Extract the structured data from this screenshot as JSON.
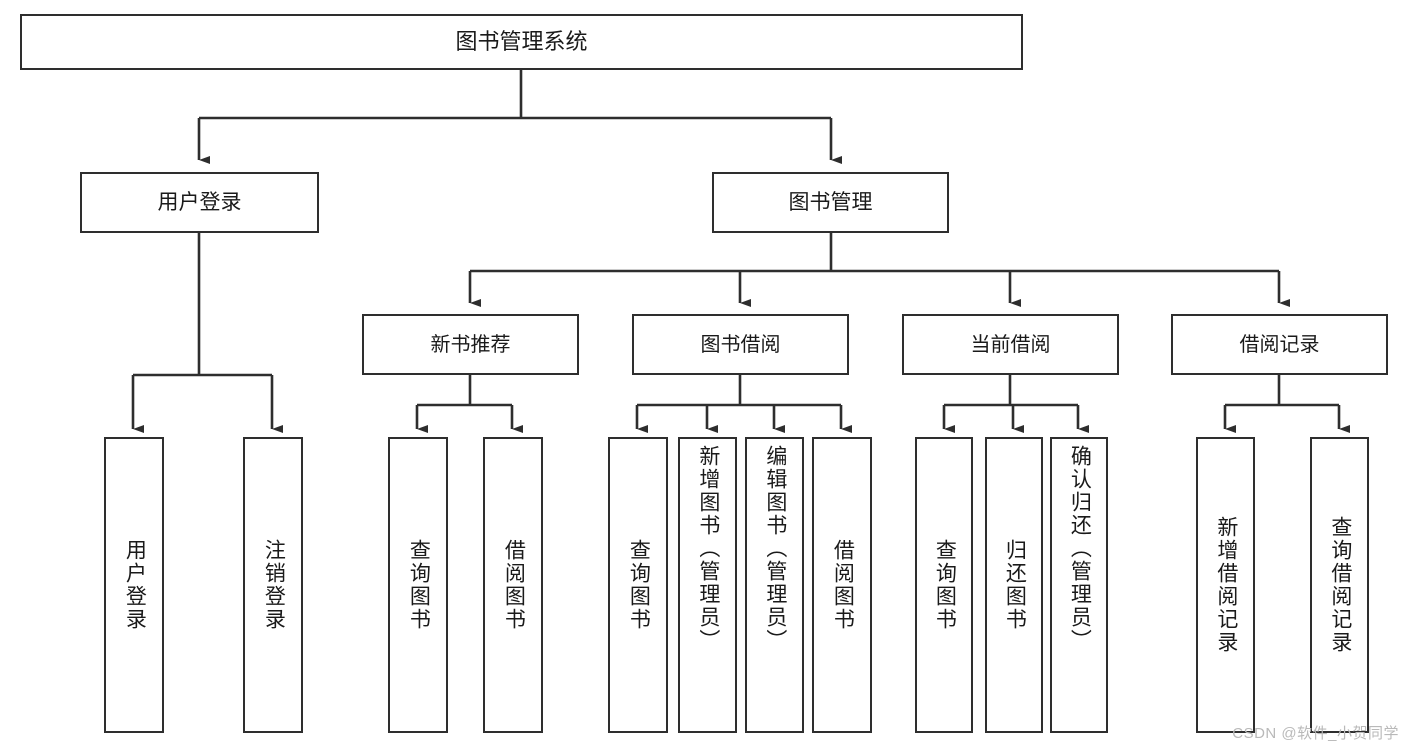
{
  "diagram": {
    "title": "图书管理系统",
    "type": "tree-hierarchy-flowchart",
    "watermark": "CSDN @软件_小贺同学",
    "colors": {
      "box_border": "#2e2e2e",
      "box_fill": "#ffffff",
      "connector": "#2e2e2e",
      "text": "#1a1a1a",
      "watermark": "#b9b9b9",
      "background": "#ffffff"
    },
    "root": {
      "id": "root",
      "label": "图书管理系统"
    },
    "level1": [
      {
        "id": "user-login",
        "label": "用户登录"
      },
      {
        "id": "book-manage",
        "label": "图书管理"
      }
    ],
    "level2": [
      {
        "id": "new-book-recommend",
        "label": "新书推荐",
        "parent": "book-manage"
      },
      {
        "id": "book-borrow",
        "label": "图书借阅",
        "parent": "book-manage"
      },
      {
        "id": "current-borrow",
        "label": "当前借阅",
        "parent": "book-manage"
      },
      {
        "id": "borrow-record",
        "label": "借阅记录",
        "parent": "book-manage"
      }
    ],
    "leaves": [
      {
        "id": "leaf-user-login",
        "label": "用户登录",
        "parent": "user-login"
      },
      {
        "id": "leaf-user-logout",
        "label": "注销登录",
        "parent": "user-login"
      },
      {
        "id": "leaf-rec-query-book",
        "label": "查询图书",
        "parent": "new-book-recommend"
      },
      {
        "id": "leaf-rec-borrow-book",
        "label": "借阅图书",
        "parent": "new-book-recommend"
      },
      {
        "id": "leaf-bb-query-book",
        "label": "查询图书",
        "parent": "book-borrow"
      },
      {
        "id": "leaf-bb-add-book",
        "label": "新增图书（管理员）",
        "parent": "book-borrow"
      },
      {
        "id": "leaf-bb-edit-book",
        "label": "编辑图书（管理员）",
        "parent": "book-borrow"
      },
      {
        "id": "leaf-bb-borrow-book",
        "label": "借阅图书",
        "parent": "book-borrow"
      },
      {
        "id": "leaf-cb-query-book",
        "label": "查询图书",
        "parent": "current-borrow"
      },
      {
        "id": "leaf-cb-return-book",
        "label": "归还图书",
        "parent": "current-borrow"
      },
      {
        "id": "leaf-cb-confirm-return",
        "label": "确认归还（管理员）",
        "parent": "current-borrow"
      },
      {
        "id": "leaf-br-add-record",
        "label": "新增借阅记录",
        "parent": "borrow-record"
      },
      {
        "id": "leaf-br-query-record",
        "label": "查询借阅记录",
        "parent": "borrow-record"
      }
    ]
  }
}
